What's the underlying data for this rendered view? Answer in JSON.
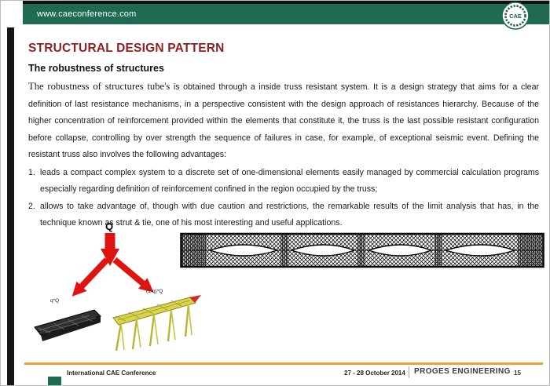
{
  "header": {
    "url": "www.caeconference.com",
    "logo_text": "CAE"
  },
  "slide": {
    "title": "STRUCTURAL DESIGN PATTERN",
    "subtitle": "The robustness of structures",
    "paragraph_lead": "The robustness of structures tube's",
    "paragraph_rest": " is obtained through a inside truss resistant system. It is a design strategy that aims for a clear definition of last resistance mechanisms, in a perspective consistent with the design approach of resistances hierarchy. Because of the higher concentration of reinforcement provided within the elements that constitute it, the truss is the last possible resistant configuration before collapse, controlling by over strength the sequence of failures in case, for example, of exceptional seismic event. Defining the resistant truss also involves the following advantages:",
    "list": [
      {
        "number": "1.",
        "text": "leads a compact complex system to a discrete set of one-dimensional elements easily managed by commercial calculation programs especially regarding definition of reinforcement confined in the region occupied by the truss;"
      },
      {
        "number": "2.",
        "text": "allows to take advantage of, though with due caution and restrictions, the remarkable results of the limit analysis that has, in the technique known as strut & tie, one of his most interesting and useful applications."
      }
    ],
    "diagram": {
      "load_label": "Q",
      "left_arrow_label": "q*Q",
      "right_arrow_label": "(1-q)*Q"
    }
  },
  "footer": {
    "conference": "International CAE Conference",
    "date": "27 - 28 October 2014",
    "company": "PROGES ENGINEERING",
    "page": "15"
  },
  "colors": {
    "header_green": "#1e6a52",
    "title_red": "#8e1f1f",
    "footer_orange": "#e8a23b",
    "arrow_red": "#df1410",
    "truss_yellow": "#d9d44d"
  }
}
